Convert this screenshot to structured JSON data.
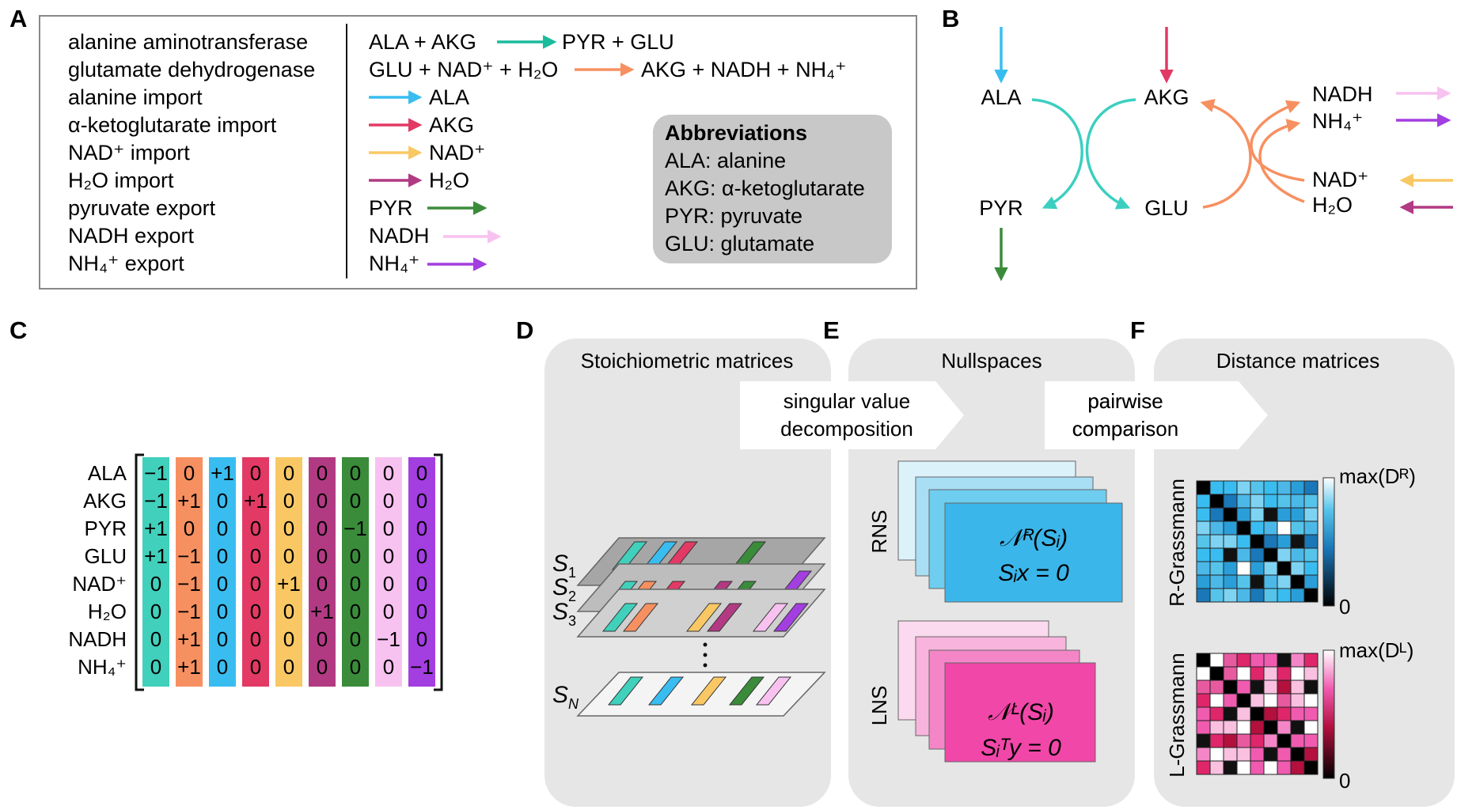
{
  "panels": {
    "A": {
      "letter": "A",
      "reactions": [
        {
          "name": "alanine aminotransferase",
          "left": "ALA + AKG",
          "right": "PYR + GLU",
          "color": "#1abc9c"
        },
        {
          "name": "glutamate dehydrogenase",
          "left": "GLU + NAD⁺ + H₂O",
          "right": "AKG + NADH + NH₄⁺",
          "color": "#f79060"
        },
        {
          "name": "alanine import",
          "right": "ALA",
          "color": "#39bdf0"
        },
        {
          "name": "α-ketoglutarate import",
          "right": "AKG",
          "color": "#e23a65"
        },
        {
          "name": "NAD⁺ import",
          "right": "NAD⁺",
          "color": "#f9c864"
        },
        {
          "name": "H₂O import",
          "right": "H₂O",
          "color": "#b23a83"
        },
        {
          "name": "pyruvate export",
          "left": "PYR",
          "color": "#3a8c3a"
        },
        {
          "name": "NADH export",
          "left": "NADH",
          "color": "#f8c2f0"
        },
        {
          "name": "NH₄⁺ export",
          "left": "NH₄⁺",
          "color": "#a33ee0"
        }
      ],
      "abbreviations": {
        "title": "Abbreviations",
        "items": [
          "ALA: alanine",
          "AKG: α-ketoglutarate",
          "PYR: pyruvate",
          "GLU: glutamate"
        ]
      }
    },
    "B": {
      "letter": "B",
      "metabolites": {
        "ala": "ALA",
        "akg": "AKG",
        "pyr": "PYR",
        "glu": "GLU",
        "nadh": "NADH",
        "nh4": "NH₄⁺",
        "nad": "NAD⁺",
        "h2o": "H₂O"
      }
    },
    "C": {
      "letter": "C",
      "rows": [
        "ALA",
        "AKG",
        "PYR",
        "GLU",
        "NAD⁺",
        "H₂O",
        "NADH",
        "NH₄⁺"
      ],
      "column_colors": [
        "#41d0bb",
        "#f79060",
        "#39bdf0",
        "#e23a65",
        "#f9c864",
        "#b23a83",
        "#3a8c3a",
        "#f8c2f0",
        "#a33ee0"
      ],
      "matrix": [
        [
          "−1",
          "0",
          "+1",
          "0",
          "0",
          "0",
          "0",
          "0",
          "0"
        ],
        [
          "−1",
          "+1",
          "0",
          "+1",
          "0",
          "0",
          "0",
          "0",
          "0"
        ],
        [
          "+1",
          "0",
          "0",
          "0",
          "0",
          "0",
          "−1",
          "0",
          "0"
        ],
        [
          "+1",
          "−1",
          "0",
          "0",
          "0",
          "0",
          "0",
          "0",
          "0"
        ],
        [
          "0",
          "−1",
          "0",
          "0",
          "+1",
          "0",
          "0",
          "0",
          "0"
        ],
        [
          "0",
          "−1",
          "0",
          "0",
          "0",
          "+1",
          "0",
          "0",
          "0"
        ],
        [
          "0",
          "+1",
          "0",
          "0",
          "0",
          "0",
          "0",
          "−1",
          "0"
        ],
        [
          "0",
          "+1",
          "0",
          "0",
          "0",
          "0",
          "0",
          "0",
          "−1"
        ]
      ]
    },
    "D": {
      "letter": "D",
      "title": "Stoichiometric matrices",
      "labels": {
        "s1": "S",
        "s1_sub": "1",
        "s2": "S",
        "s2_sub": "2",
        "s3": "S",
        "s3_sub": "3",
        "sn": "S",
        "sn_sub": "N"
      },
      "arrow_text": [
        "singular value",
        "decomposition"
      ]
    },
    "E": {
      "letter": "E",
      "title": "Nullspaces",
      "rns_label": "RNS",
      "lns_label": "LNS",
      "rns_eq1": "𝒩ᴿ(Sᵢ)",
      "rns_eq2": "Sᵢx = 0",
      "lns_eq1": "𝒩ᴸ(Sᵢ)",
      "lns_eq2": "Sᵢᵀy = 0",
      "arrow_text": [
        "pairwise",
        "comparison"
      ]
    },
    "F": {
      "letter": "F",
      "title": "Distance matrices",
      "r_label": "R-Grassmann",
      "l_label": "L-Grassmann",
      "r_max": "max(Dᴿ)",
      "l_max": "max(Dᴸ)",
      "zero": "0"
    }
  },
  "colors": {
    "teal": "#1abc9c",
    "orange": "#f79060",
    "blue": "#39bdf0",
    "red": "#e23a65",
    "yellow": "#f9c864",
    "magenta": "#b23a83",
    "green": "#3a8c3a",
    "pink": "#f8c2f0",
    "purple": "#a33ee0",
    "panel_bg": "#e6e6e6",
    "abbrev_bg": "#c8c8c8"
  }
}
